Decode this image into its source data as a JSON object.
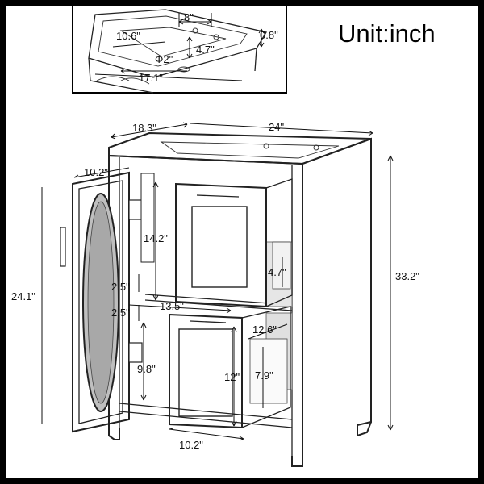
{
  "title": "Unit:inch",
  "dimensions": {
    "sink_faucet_spacing": "8\"",
    "sink_depth_basin": "10.6\"",
    "sink_front_depth": "4.7\"",
    "sink_edge_thickness": "0.8\"",
    "drain_diameter": "Φ2\"",
    "sink_width_basin": "17.1\"",
    "overall_depth": "18.3\"",
    "overall_width": "24\"",
    "door_width": "10.2\"",
    "door_upper_height": "14.2\"",
    "shelf_gap_upper": "2.5\"",
    "door_height": "24.1\"",
    "shelf_gap_lower": "2.5\"",
    "shelf_width": "13.5\"",
    "lower_gap": "9.8\"",
    "overall_height": "33.2\"",
    "upper_drawer_height": "4.7\"",
    "drawer_depth": "12.6\"",
    "lower_drawer_front_height": "12\"",
    "lower_drawer_height": "7.9\"",
    "drawer_width": "10.2\""
  }
}
